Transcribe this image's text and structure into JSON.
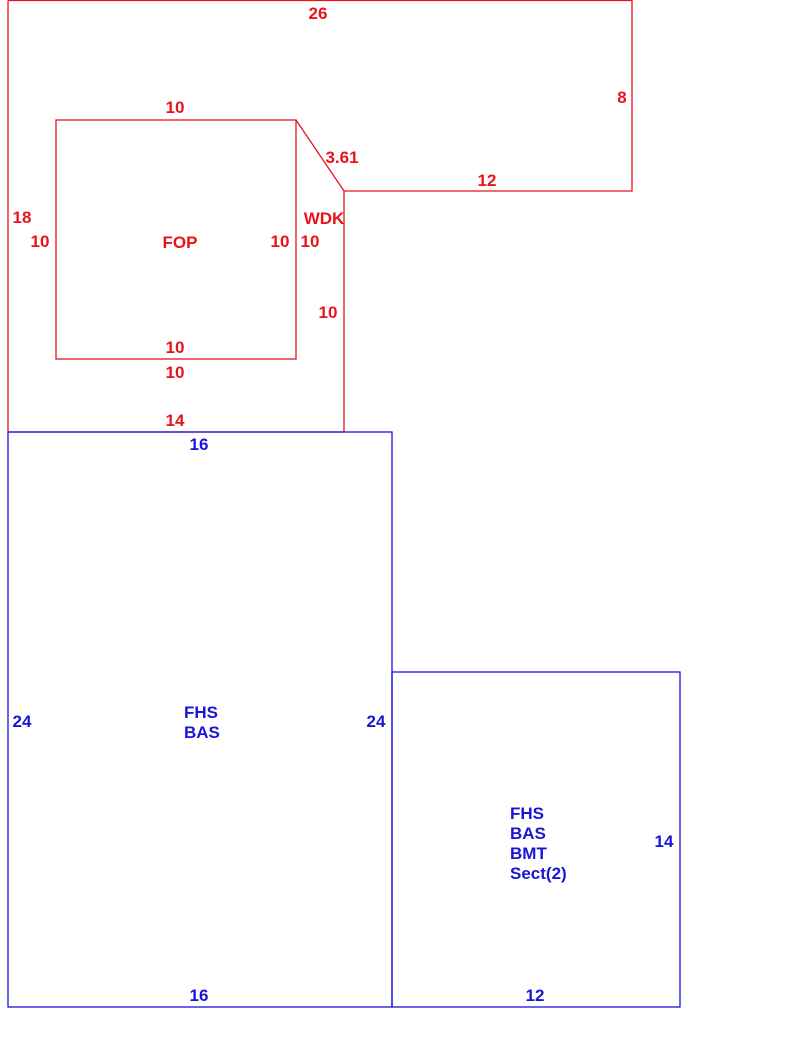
{
  "colors": {
    "upper_sketch": "#e8141c",
    "lower_sketch": "#1a14d8"
  },
  "areas": {
    "fop": {
      "code": "FOP",
      "dims": {
        "top": "10",
        "bottom_inner": "10",
        "bottom_outer": "10",
        "left": "10",
        "right": "10"
      }
    },
    "wdk": {
      "code": "WDK",
      "dims": {
        "top": "26",
        "right": "8",
        "step": "12",
        "diagonal": "3.61",
        "left": "18",
        "inner_left": "10",
        "inner_right": "10",
        "bottom": "14"
      }
    },
    "section1": {
      "codes": [
        "FHS",
        "BAS"
      ],
      "dims": {
        "top": "16",
        "left": "24",
        "right": "24",
        "bottom": "16"
      }
    },
    "section2": {
      "codes": [
        "FHS",
        "BAS",
        "BMT",
        "Sect(2)"
      ],
      "dims": {
        "right": "14",
        "bottom": "12"
      }
    }
  }
}
